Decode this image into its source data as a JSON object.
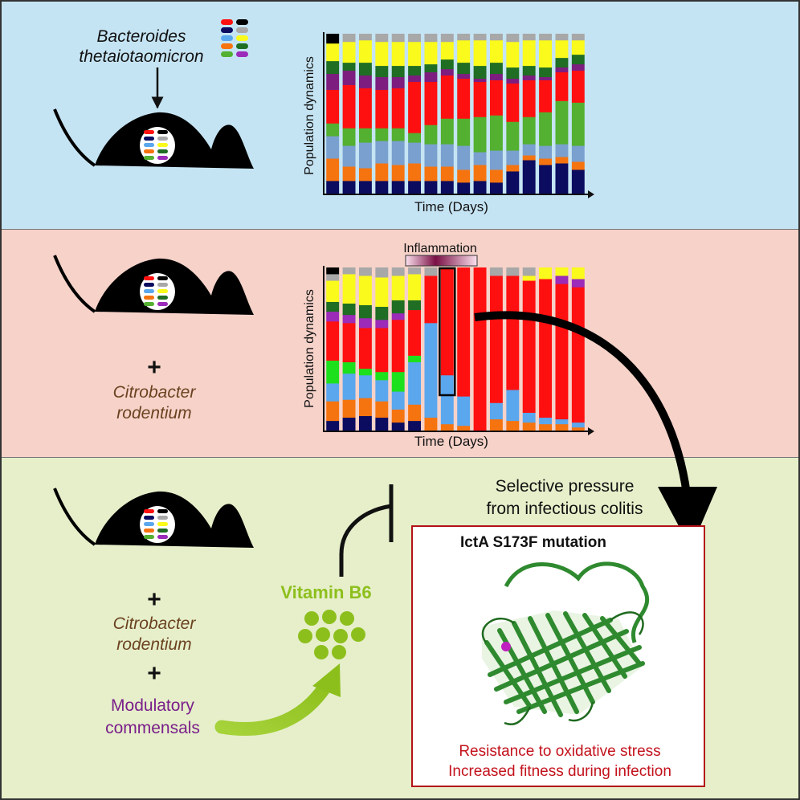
{
  "panel1": {
    "species_line1": "Bacteroides",
    "species_line2": "thetaiotaomicron",
    "chart": {
      "ylabel": "Population dynamics",
      "xlabel": "Time (Days)"
    }
  },
  "panel2": {
    "plus": "+",
    "pathogen_line1": "Citrobacter",
    "pathogen_line2": "rodentium",
    "chart": {
      "inflammation_label": "Inflammation",
      "ylabel": "Population dynamics",
      "xlabel": "Time (Days)"
    }
  },
  "panel3": {
    "plus1": "+",
    "pathogen_line1": "Citrobacter",
    "pathogen_line2": "rodentium",
    "plus2": "+",
    "commensal_line1": "Modulatory",
    "commensal_line2": "commensals",
    "vitamin_label": "Vitamin B6",
    "pressure_line1": "Selective pressure",
    "pressure_line2": "from infectious colitis",
    "mutation_title": "IctA S173F mutation",
    "result_line1": "Resistance to oxidative stress",
    "result_line2": "Increased fitness during infection"
  },
  "colors": {
    "panel1_bg": "#c5e4f3",
    "panel2_bg": "#f6d2c9",
    "panel3_bg": "#e6efca",
    "pathogen_text": "#6b4220",
    "commensal_text": "#7a1f8a",
    "vitamin_green": "#8dbf1c",
    "result_red": "#c3121c",
    "protein_green": "#2f8a2f"
  },
  "palette": [
    "#0b0b60",
    "#f6740f",
    "#7aa0cf",
    "#53b030",
    "#ff1010",
    "#7d1d7f",
    "#1f6e24",
    "#fafa1c",
    "#a8a8a8",
    "#000000",
    "#5aa7ee",
    "#9b2bb8",
    "#1de01d"
  ],
  "chart_data": [
    {
      "type": "bar",
      "stacked": true,
      "normalized": true,
      "ylabel": "Population dynamics",
      "xlabel": "Time (Days)",
      "series_color_index": [
        0,
        1,
        2,
        3,
        4,
        5,
        6,
        7,
        8,
        9
      ],
      "stacks": [
        [
          0.08,
          0.14,
          0.14,
          0.08,
          0.21,
          0.1,
          0.08,
          0.11,
          0.0,
          0.06
        ],
        [
          0.08,
          0.09,
          0.13,
          0.11,
          0.27,
          0.09,
          0.05,
          0.13,
          0.05,
          0.0
        ],
        [
          0.08,
          0.08,
          0.16,
          0.09,
          0.25,
          0.08,
          0.08,
          0.14,
          0.04,
          0.0
        ],
        [
          0.08,
          0.11,
          0.14,
          0.08,
          0.24,
          0.08,
          0.07,
          0.15,
          0.05,
          0.0
        ],
        [
          0.08,
          0.1,
          0.15,
          0.08,
          0.25,
          0.07,
          0.07,
          0.15,
          0.05,
          0.0
        ],
        [
          0.08,
          0.11,
          0.13,
          0.06,
          0.32,
          0.04,
          0.06,
          0.15,
          0.05,
          0.0
        ],
        [
          0.08,
          0.09,
          0.14,
          0.12,
          0.27,
          0.06,
          0.05,
          0.14,
          0.05,
          0.0
        ],
        [
          0.08,
          0.09,
          0.14,
          0.16,
          0.27,
          0.04,
          0.06,
          0.11,
          0.05,
          0.0
        ],
        [
          0.07,
          0.08,
          0.15,
          0.17,
          0.25,
          0.03,
          0.07,
          0.14,
          0.04,
          0.0
        ],
        [
          0.08,
          0.1,
          0.08,
          0.22,
          0.22,
          0.02,
          0.08,
          0.16,
          0.04,
          0.0
        ],
        [
          0.07,
          0.08,
          0.12,
          0.22,
          0.22,
          0.04,
          0.07,
          0.14,
          0.04,
          0.0
        ],
        [
          0.14,
          0.04,
          0.09,
          0.18,
          0.24,
          0.03,
          0.07,
          0.16,
          0.05,
          0.0
        ],
        [
          0.21,
          0.03,
          0.07,
          0.17,
          0.23,
          0.03,
          0.06,
          0.16,
          0.04,
          0.0
        ],
        [
          0.18,
          0.04,
          0.08,
          0.21,
          0.2,
          0.02,
          0.06,
          0.17,
          0.04,
          0.0
        ],
        [
          0.19,
          0.04,
          0.08,
          0.27,
          0.18,
          0.03,
          0.06,
          0.11,
          0.04,
          0.0
        ],
        [
          0.15,
          0.05,
          0.1,
          0.27,
          0.2,
          0.04,
          0.06,
          0.09,
          0.04,
          0.0
        ]
      ]
    },
    {
      "type": "bar",
      "stacked": true,
      "normalized": true,
      "ylabel": "Population dynamics",
      "xlabel": "Time (Days)",
      "annotation": "Inflammation",
      "highlighted_bar_index": 7,
      "series_color_index": [
        0,
        1,
        10,
        12,
        4,
        11,
        6,
        7,
        8,
        9
      ],
      "stacks": [
        [
          0.06,
          0.12,
          0.11,
          0.14,
          0.24,
          0.06,
          0.06,
          0.13,
          0.04,
          0.04
        ],
        [
          0.08,
          0.11,
          0.16,
          0.07,
          0.24,
          0.05,
          0.07,
          0.18,
          0.04,
          0.0
        ],
        [
          0.09,
          0.11,
          0.14,
          0.04,
          0.25,
          0.06,
          0.08,
          0.18,
          0.05,
          0.0
        ],
        [
          0.08,
          0.1,
          0.13,
          0.05,
          0.27,
          0.05,
          0.08,
          0.18,
          0.06,
          0.0
        ],
        [
          0.05,
          0.08,
          0.11,
          0.12,
          0.32,
          0.04,
          0.08,
          0.15,
          0.05,
          0.0
        ],
        [
          0.06,
          0.1,
          0.26,
          0.04,
          0.28,
          0.0,
          0.06,
          0.16,
          0.04,
          0.0
        ],
        [
          0.0,
          0.08,
          0.58,
          0.0,
          0.29,
          0.0,
          0.0,
          0.0,
          0.05,
          0.0
        ],
        [
          0.0,
          0.04,
          0.3,
          0.0,
          0.66,
          0.0,
          0.0,
          0.0,
          0.0,
          0.0
        ],
        [
          0.0,
          0.03,
          0.18,
          0.0,
          0.79,
          0.0,
          0.0,
          0.0,
          0.0,
          0.0
        ],
        [
          0.0,
          0.0,
          0.0,
          0.0,
          1.0,
          0.0,
          0.0,
          0.0,
          0.0,
          0.0
        ],
        [
          0.0,
          0.07,
          0.1,
          0.0,
          0.78,
          0.0,
          0.0,
          0.0,
          0.05,
          0.0
        ],
        [
          0.0,
          0.06,
          0.19,
          0.0,
          0.7,
          0.0,
          0.0,
          0.0,
          0.05,
          0.0
        ],
        [
          0.0,
          0.05,
          0.06,
          0.0,
          0.81,
          0.0,
          0.0,
          0.03,
          0.05,
          0.0
        ],
        [
          0.0,
          0.04,
          0.04,
          0.0,
          0.85,
          0.0,
          0.0,
          0.07,
          0.0,
          0.0
        ],
        [
          0.0,
          0.04,
          0.03,
          0.0,
          0.83,
          0.05,
          0.0,
          0.05,
          0.0,
          0.0
        ],
        [
          0.0,
          0.02,
          0.03,
          0.0,
          0.83,
          0.05,
          0.0,
          0.07,
          0.0,
          0.0
        ]
      ]
    }
  ]
}
